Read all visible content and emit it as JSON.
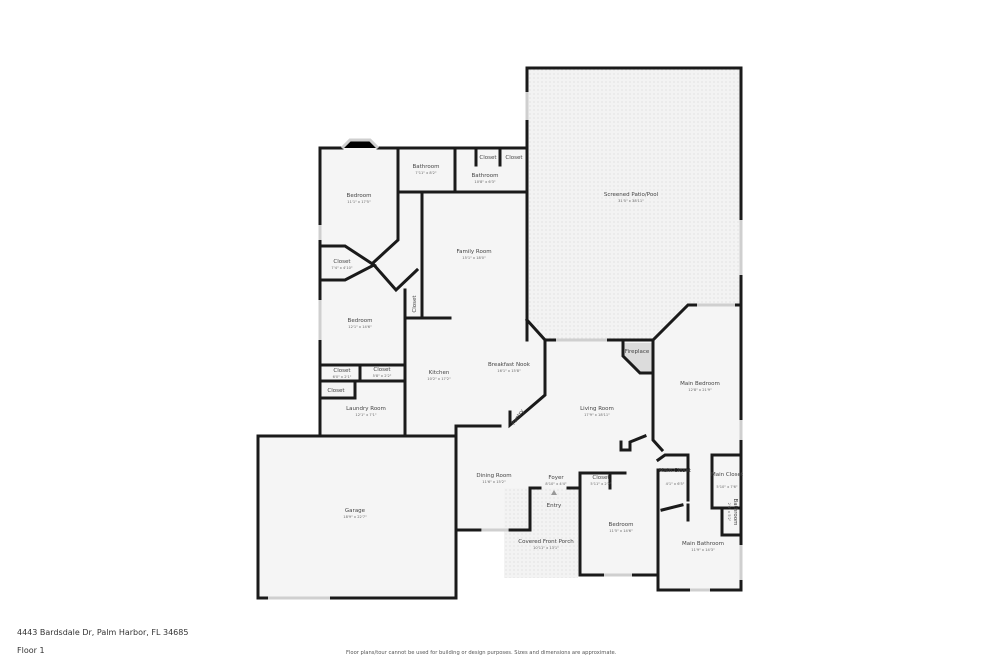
{
  "address": "4443 Bardsdale Dr, Palm Harbor, FL 34685",
  "floor": "Floor 1",
  "disclaimer": "Floor plans/tour cannot be used for building or design purposes. Sizes and dimensions are approximate.",
  "rooms": {
    "bedroom1": {
      "name": "Bedroom",
      "dim": "11'1\" x 17'5\""
    },
    "bath1": {
      "name": "Bathroom",
      "dim": "7'11\" x 8'2\""
    },
    "bath2": {
      "name": "Bathroom",
      "dim": "10'8\" x 6'3\""
    },
    "closetA": {
      "name": "Closet"
    },
    "closetB": {
      "name": "Closet"
    },
    "patio": {
      "name": "Screened Patio/Pool",
      "dim": "31'5\" x 38'11\""
    },
    "family": {
      "name": "Family Room",
      "dim": "15'1\" x 18'0\""
    },
    "closetC": {
      "name": "Closet",
      "dim": "7'4\" x 4'10\""
    },
    "closetD": {
      "name": "Closet"
    },
    "bedroom2": {
      "name": "Bedroom",
      "dim": "12'1\" x 14'6\""
    },
    "closetE": {
      "name": "Closet",
      "dim": "6'0\" x 2'1\""
    },
    "closetF": {
      "name": "Closet",
      "dim": "5'8\" x 2'2\""
    },
    "closetG": {
      "name": "Closet"
    },
    "laundry": {
      "name": "Laundry Room",
      "dim": "12'1\" x 7'1\""
    },
    "kitchen": {
      "name": "Kitchen",
      "dim": "10'2\" x 17'2\""
    },
    "nook": {
      "name": "Breakfast Nook",
      "dim": "16'1\" x 15'8\""
    },
    "pantry": {
      "name": "Pantry"
    },
    "fireplace": {
      "name": "Fireplace"
    },
    "mainbed": {
      "name": "Main Bedroom",
      "dim": "12'8\" x 21'9\""
    },
    "living": {
      "name": "Living Room",
      "dim": "17'9\" x 18'11\""
    },
    "garage": {
      "name": "Garage",
      "dim": "18'9\" x 22'7\""
    },
    "dining": {
      "name": "Dining Room",
      "dim": "11'6\" x 15'2\""
    },
    "foyer": {
      "name": "Foyer",
      "dim": "8'10\" x 4'4\""
    },
    "entry": {
      "name": "Entry"
    },
    "closetH": {
      "name": "Closet",
      "dim": "5'11\" x 2'2\""
    },
    "mcloset1": {
      "name": "Main Closet",
      "dim": "4'1\" x 6'5\""
    },
    "mcloset2": {
      "name": "Main Closet",
      "dim": "5'10\" x 7'6\""
    },
    "bath3": {
      "name": "Bathroom",
      "dim": "2'6\" x 5'2\""
    },
    "porch": {
      "name": "Covered Front Porch",
      "dim": "10'11\" x 13'1\""
    },
    "bedroom3": {
      "name": "Bedroom",
      "dim": "11'5\" x 14'6\""
    },
    "mainbath": {
      "name": "Main Bathroom",
      "dim": "11'9\" x 14'3\""
    }
  }
}
